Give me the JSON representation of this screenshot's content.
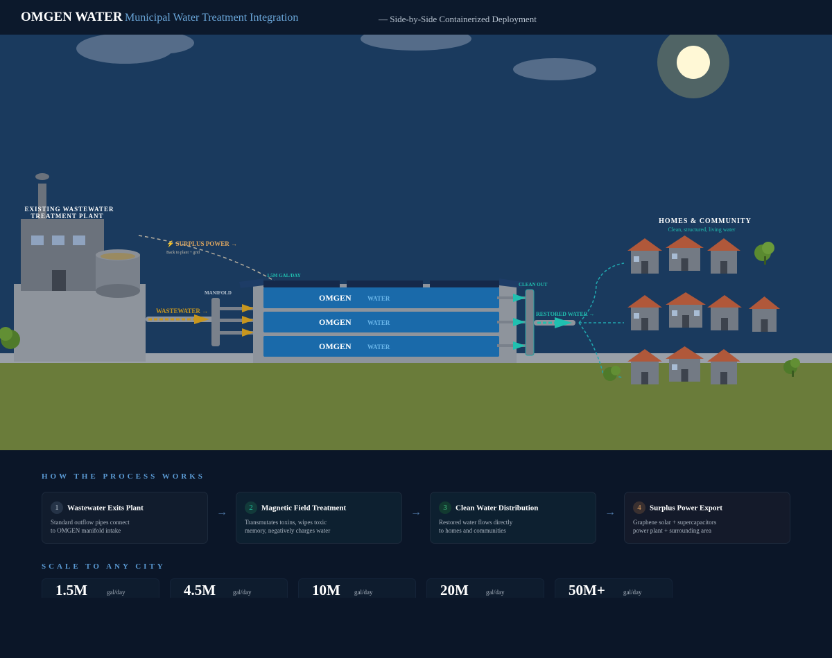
{
  "header": {
    "brand": "OMGEN WATER",
    "subtitle": "Municipal Water Treatment Integration",
    "tagline": "— Side-by-Side Containerized Deployment"
  },
  "scene": {
    "plant_label_1": "EXISTING WASTEWATER",
    "plant_label_2": "TREATMENT PLANT",
    "surplus_power": "⚡ SURPLUS POWER →",
    "surplus_power_sub": "Back to plant + grid",
    "wastewater": "WASTEWATER →",
    "manifold": "MANIFOLD",
    "capacity": "1.5M GAL/DAY",
    "containers": [
      {
        "brand": "OMGEN",
        "word": "WATER"
      },
      {
        "brand": "OMGEN",
        "word": "WATER"
      },
      {
        "brand": "OMGEN",
        "word": "WATER"
      }
    ],
    "clean_out": "CLEAN OUT",
    "restored_water": "RESTORED WATER →",
    "homes_title": "HOMES & COMMUNITY",
    "homes_sub": "Clean, structured, living water"
  },
  "colors": {
    "sky": "#1a3a5e",
    "ground": "#6a7c3a",
    "container": "#1a6aaa",
    "wastewater": "#c8961e",
    "restored": "#20c0b0",
    "roof": "#b0583a"
  },
  "process": {
    "title": "HOW THE PROCESS WORKS",
    "steps": [
      {
        "num": "1",
        "title": "Wastewater Exits Plant",
        "desc": "Standard outflow pipes connect\nto OMGEN manifold intake"
      },
      {
        "num": "2",
        "title": "Magnetic Field Treatment",
        "desc": "Transmutates toxins, wipes toxic\nmemory, negatively charges water"
      },
      {
        "num": "3",
        "title": "Clean Water Distribution",
        "desc": "Restored water flows directly\nto homes and communities"
      },
      {
        "num": "4",
        "title": "Surplus Power Export",
        "desc": "Graphene solar + supercapacitors\npower plant + surrounding area"
      }
    ]
  },
  "scale": {
    "title": "SCALE TO ANY CITY",
    "unit": "gal/day",
    "items": [
      "1.5M",
      "4.5M",
      "10M",
      "20M",
      "50M+"
    ]
  }
}
